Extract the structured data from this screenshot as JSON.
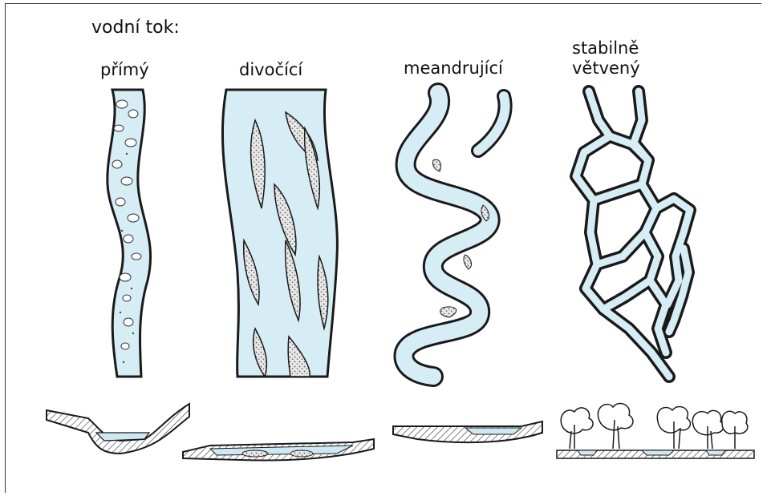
{
  "heading": "vodní tok:",
  "river_types": [
    {
      "label": "přímý"
    },
    {
      "label": "divočící"
    },
    {
      "label": "meandrující"
    },
    {
      "label_lines": [
        "stabilně",
        "větvený"
      ]
    }
  ],
  "colors": {
    "water": "#cfe8f3",
    "outline": "#1a1a1a",
    "sediment": "#9a9a9a",
    "ground": "#2b2b2b"
  }
}
